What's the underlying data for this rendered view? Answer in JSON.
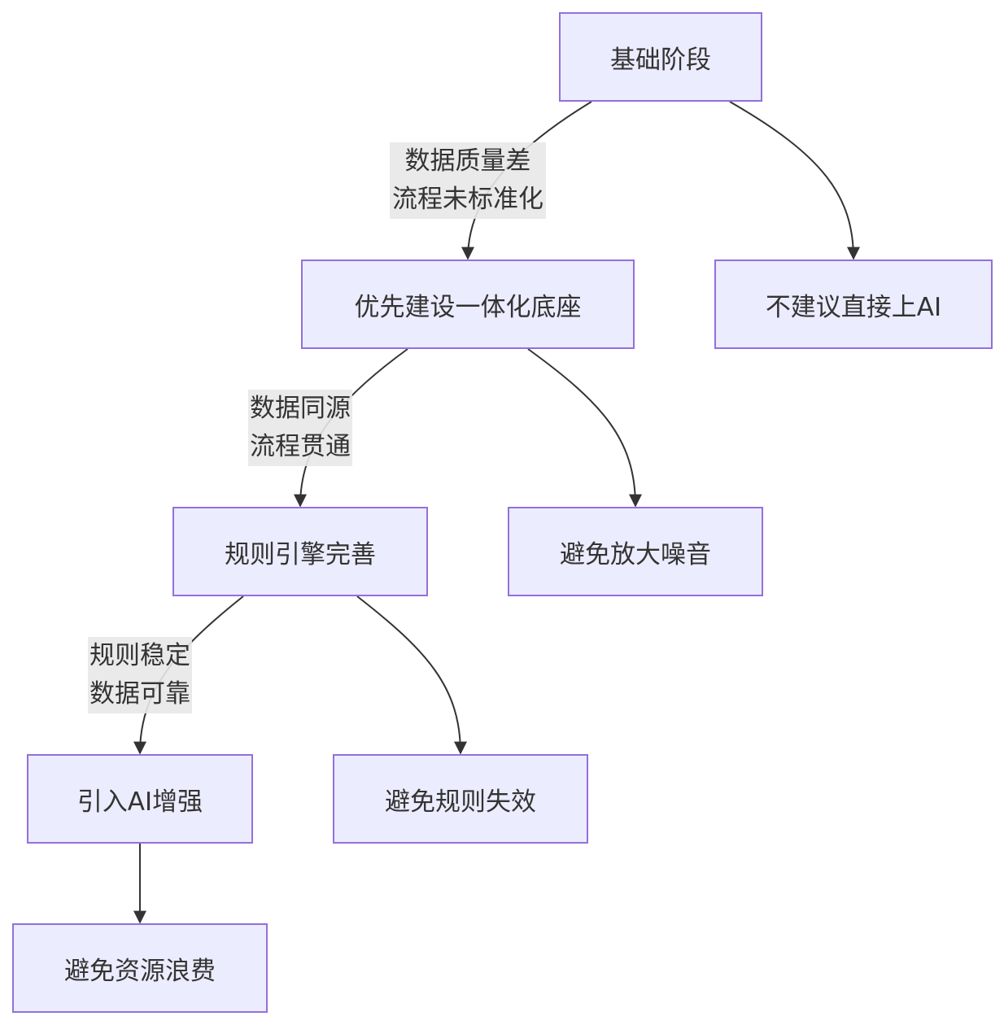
{
  "nodes": {
    "base": "基础阶段",
    "platform": "优先建设一体化底座",
    "no_ai": "不建议直接上AI",
    "rules": "规则引擎完善",
    "noise": "避免放大噪音",
    "ai": "引入AI增强",
    "rule_fail": "避免规则失效",
    "waste": "避免资源浪费"
  },
  "edge_labels": {
    "base_to_platform": [
      "数据质量差",
      "流程未标准化"
    ],
    "platform_to_rules": [
      "数据同源",
      "流程贯通"
    ],
    "rules_to_ai": [
      "规则稳定",
      "数据可靠"
    ]
  },
  "colors": {
    "node_fill": "#ECECFF",
    "node_border": "#9370DB",
    "edge": "#333333",
    "label_bg": "#E8E8E8",
    "text": "#333333"
  }
}
